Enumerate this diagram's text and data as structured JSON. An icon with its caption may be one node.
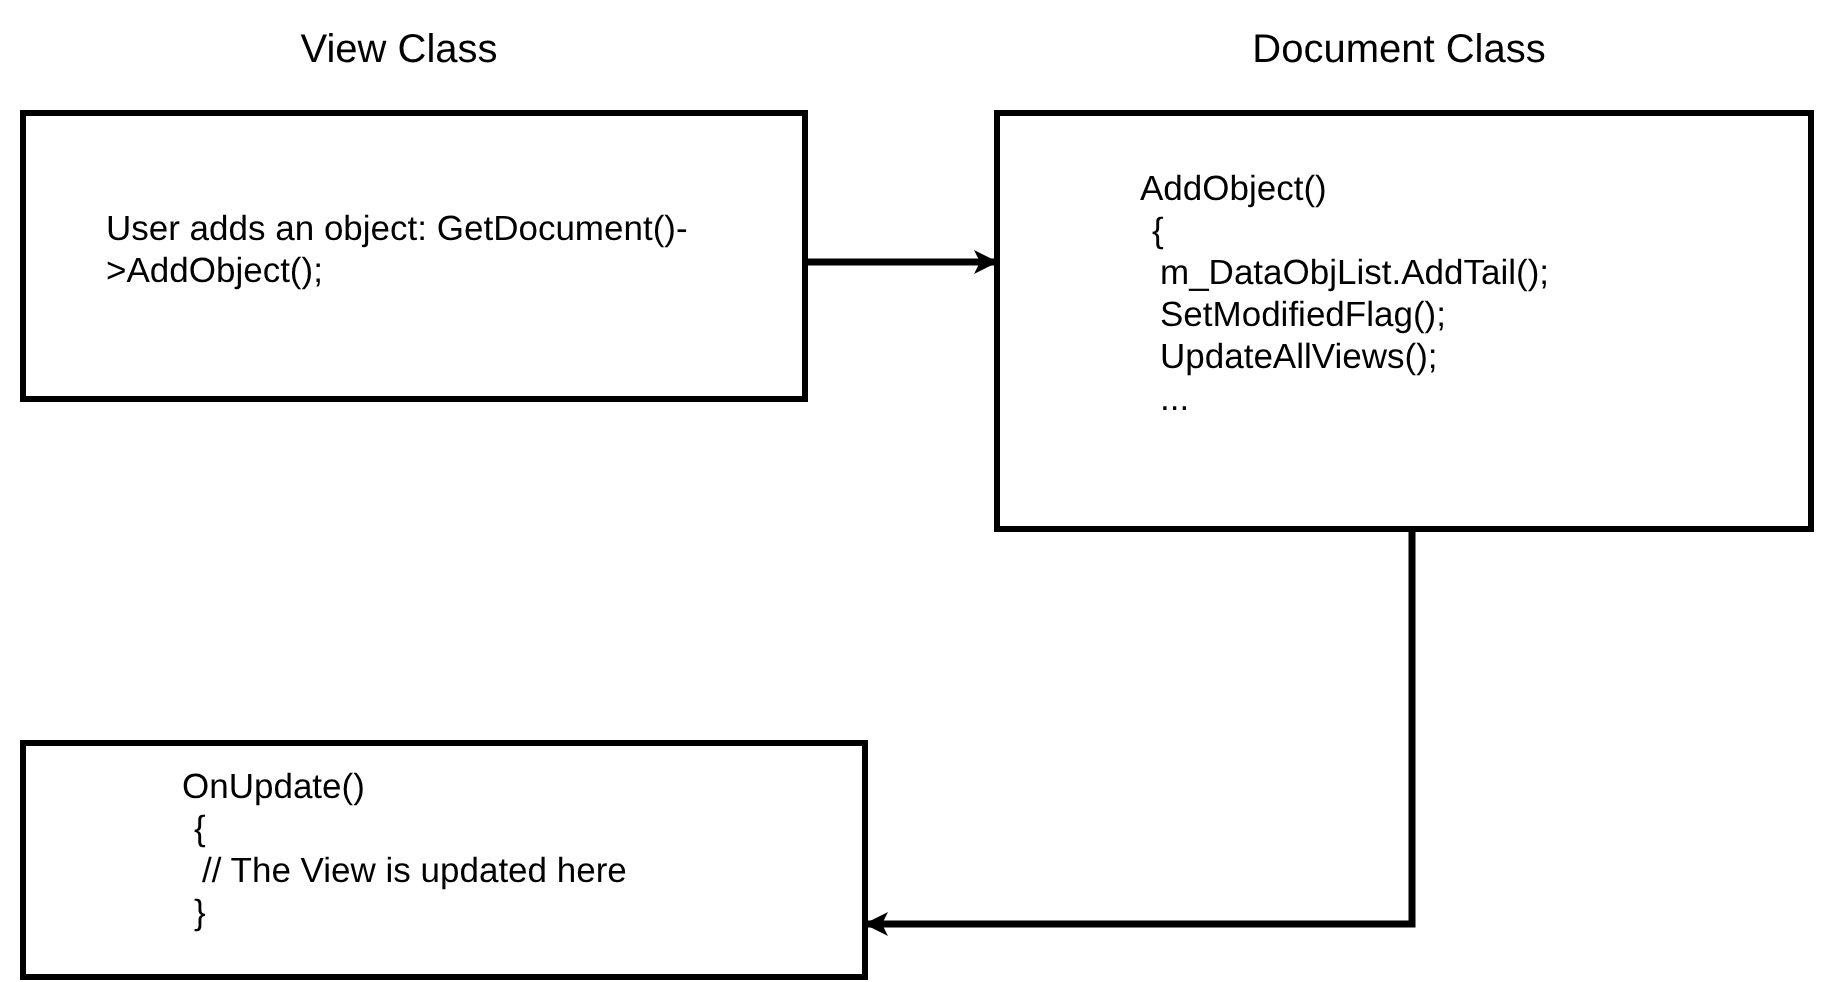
{
  "diagram": {
    "nodes": [
      {
        "text": [
          "View Class",
          "User adds an object: GetDocument()->AddObject();"
        ]
      },
      {
        "text": [
          "Document Class",
          "AddObject()",
          "{",
          "m_DataObjList.AddTail();",
          "SetModifiedFlag();",
          "UpdateAllViews();",
          "..."
        ]
      },
      {
        "text": [
          "OnUpdate()",
          "{",
          "// The View is updated here",
          "}"
        ]
      }
    ],
    "edges": [
      {
        "from": 0,
        "to": 1,
        "arrow": "to"
      },
      {
        "from": 1,
        "to": 2,
        "arrow": "to"
      }
    ]
  }
}
